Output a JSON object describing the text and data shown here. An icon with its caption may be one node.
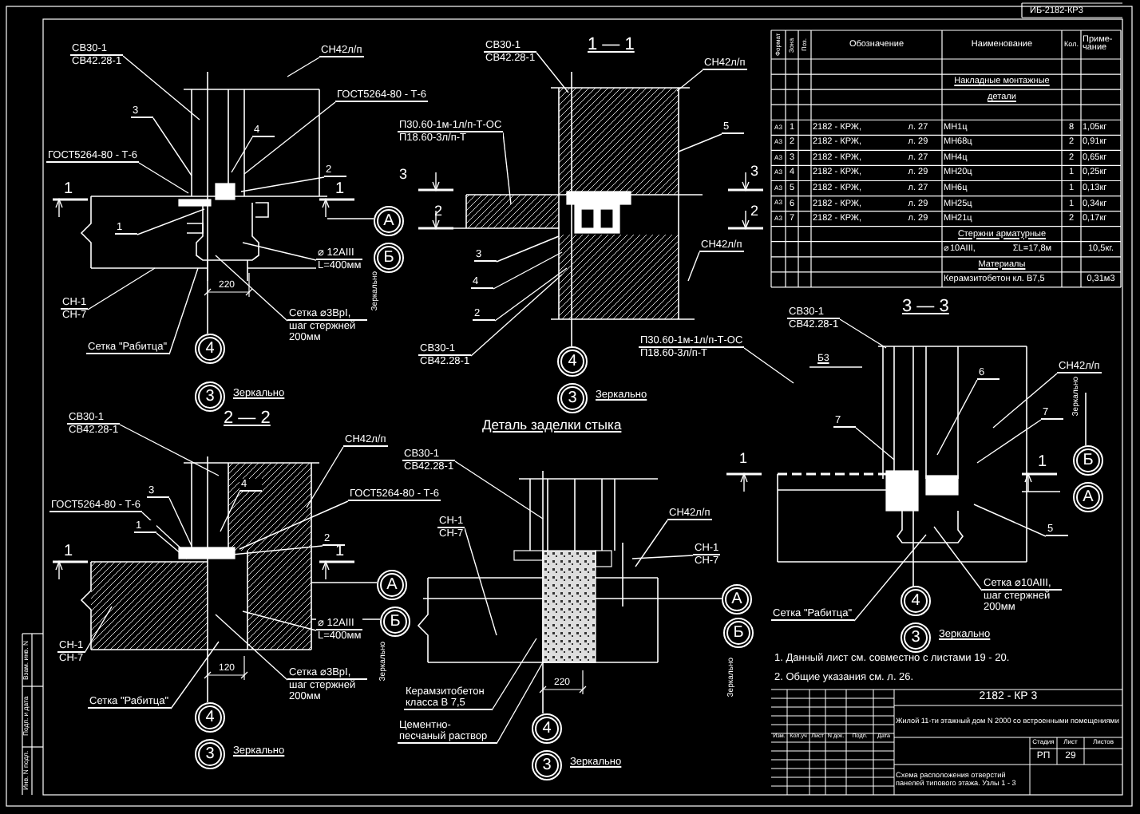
{
  "diagram": {
    "nodes": [
      {
        "text": [
          "СВ30-1",
          "СВ42.28-1"
        ]
      },
      {
        "text": [
          "СН42л/п"
        ]
      },
      {
        "text": [
          "ГОСТ5264-80 - Т-6"
        ]
      },
      {
        "text": [
          "3"
        ]
      },
      {
        "text": [
          "4"
        ]
      },
      {
        "text": [
          "ГОСТ5264-80 - Т-6"
        ]
      },
      {
        "text": [
          "2"
        ]
      },
      {
        "text": [
          "1"
        ]
      },
      {
        "text": [
          "⌀ 12АIII",
          "L=400мм"
        ]
      },
      {
        "text": [
          "СН-1",
          "СН-7"
        ]
      },
      {
        "text": [
          "Сетка \"Рабитца\""
        ]
      },
      {
        "text": [
          "Сетка ⌀3ВрI,",
          "шаг стержней 200мм"
        ]
      },
      {
        "text": [
          "А"
        ]
      },
      {
        "text": [
          "Б"
        ]
      },
      {
        "text": [
          "4"
        ]
      },
      {
        "text": [
          "3"
        ],
        "beside": [
          "Зеркально"
        ]
      },
      {
        "text": [
          "СВ30-1",
          "СВ42.28-1"
        ]
      },
      {
        "text": [
          "СН42л/п"
        ]
      },
      {
        "text": [
          "П30.60-1м-1л/п-Т-ОС",
          "П18.60-3л/п-Т"
        ]
      },
      {
        "text": [
          "5"
        ]
      },
      {
        "text": [
          "3"
        ]
      },
      {
        "text": [
          "4"
        ]
      },
      {
        "text": [
          "2"
        ]
      },
      {
        "text": [
          "СВ30-1",
          "СВ42.28-1"
        ]
      },
      {
        "text": [
          "СН42л/п"
        ]
      },
      {
        "text": [
          "П30.60-1м-1л/п-Т-ОС",
          "П18.60-3л/п-Т"
        ]
      },
      {
        "text": [
          "4"
        ]
      },
      {
        "text": [
          "3"
        ],
        "beside": [
          "Зеркально"
        ]
      },
      {
        "text": [
          "СВ30-1",
          "СВ42.28-1"
        ]
      },
      {
        "text": [
          "СН42л/п"
        ]
      },
      {
        "text": [
          "ГОСТ5264-80 - Т-6"
        ]
      },
      {
        "text": [
          "3"
        ]
      },
      {
        "text": [
          "4"
        ]
      },
      {
        "text": [
          "ГОСТ5264-80 - Т-6"
        ]
      },
      {
        "text": [
          "1"
        ]
      },
      {
        "text": [
          "2"
        ]
      },
      {
        "text": [
          "⌀ 12АIII",
          "L=400мм"
        ]
      },
      {
        "text": [
          "СН-1",
          "СН-7"
        ]
      },
      {
        "text": [
          "Сетка \"Рабитца\""
        ]
      },
      {
        "text": [
          "Сетка ⌀3ВрI,",
          "шаг стержней 200мм"
        ]
      },
      {
        "text": [
          "А"
        ]
      },
      {
        "text": [
          "Б"
        ]
      },
      {
        "text": [
          "4"
        ]
      },
      {
        "text": [
          "3"
        ],
        "beside": [
          "Зеркально"
        ]
      },
      {
        "text": [
          "СВ30-1",
          "СВ42.28-1"
        ]
      },
      {
        "text": [
          "СН-1",
          "СН-7"
        ]
      },
      {
        "text": [
          "СН42л/п"
        ]
      },
      {
        "text": [
          "СН-1",
          "СН-7"
        ]
      },
      {
        "text": [
          "А"
        ]
      },
      {
        "text": [
          "Б"
        ]
      },
      {
        "text": [
          "Керамзитобетон класса В 7,5"
        ]
      },
      {
        "text": [
          "Цементно-песчаный раствор"
        ]
      },
      {
        "text": [
          "4"
        ]
      },
      {
        "text": [
          "3"
        ],
        "beside": [
          "Зеркально"
        ]
      },
      {
        "text": [
          "СВ30-1",
          "СВ42.28-1"
        ]
      },
      {
        "text": [
          "6"
        ]
      },
      {
        "text": [
          "СН42л/п"
        ]
      },
      {
        "text": [
          "7"
        ]
      },
      {
        "text": [
          "7"
        ]
      },
      {
        "text": [
          "5"
        ]
      },
      {
        "text": [
          "Б"
        ]
      },
      {
        "text": [
          "А"
        ]
      },
      {
        "text": [
          "Сетка \"Рабитца\""
        ]
      },
      {
        "text": [
          "Сетка ⌀10АIII,",
          "шаг стержней 200мм"
        ]
      },
      {
        "text": [
          "4"
        ]
      },
      {
        "text": [
          "3"
        ],
        "beside": [
          "Зеркально"
        ]
      }
    ],
    "edges": [
      {
        "from": 0,
        "to": null,
        "arrow": "none"
      },
      {
        "from": 1,
        "to": null,
        "arrow": "none"
      },
      {
        "from": 2,
        "to": null,
        "arrow": "none"
      },
      {
        "from": 3,
        "to": null,
        "arrow": "none"
      },
      {
        "from": 4,
        "to": null,
        "arrow": "none"
      },
      {
        "from": 5,
        "to": null,
        "arrow": "none"
      },
      {
        "from": 6,
        "to": null,
        "arrow": "none"
      },
      {
        "from": 7,
        "to": null,
        "arrow": "none"
      },
      {
        "from": 8,
        "to": null,
        "arrow": "none"
      },
      {
        "from": 9,
        "to": null,
        "arrow": "none"
      },
      {
        "from": 10,
        "to": null,
        "arrow": "none"
      },
      {
        "from": 11,
        "to": null,
        "arrow": "none"
      },
      {
        "from": 16,
        "to": null,
        "arrow": "none"
      },
      {
        "from": 17,
        "to": null,
        "arrow": "none"
      },
      {
        "from": 18,
        "to": null,
        "arrow": "none"
      },
      {
        "from": 19,
        "to": null,
        "arrow": "none"
      },
      {
        "from": 20,
        "to": null,
        "arrow": "none"
      },
      {
        "from": 21,
        "to": null,
        "arrow": "none"
      },
      {
        "from": 22,
        "to": null,
        "arrow": "none"
      },
      {
        "from": 23,
        "to": null,
        "arrow": "none"
      },
      {
        "from": 24,
        "to": null,
        "arrow": "none"
      },
      {
        "from": 25,
        "to": null,
        "arrow": "none"
      },
      {
        "from": 28,
        "to": null,
        "arrow": "none"
      },
      {
        "from": 29,
        "to": null,
        "arrow": "none"
      },
      {
        "from": 30,
        "to": null,
        "arrow": "none"
      },
      {
        "from": 31,
        "to": null,
        "arrow": "none"
      },
      {
        "from": 32,
        "to": null,
        "arrow": "none"
      },
      {
        "from": 33,
        "to": null,
        "arrow": "none"
      },
      {
        "from": 34,
        "to": null,
        "arrow": "none"
      },
      {
        "from": 35,
        "to": null,
        "arrow": "none"
      },
      {
        "from": 36,
        "to": null,
        "arrow": "none"
      },
      {
        "from": 37,
        "to": null,
        "arrow": "none"
      },
      {
        "from": 38,
        "to": null,
        "arrow": "none"
      },
      {
        "from": 39,
        "to": null,
        "arrow": "none"
      },
      {
        "from": 44,
        "to": null,
        "arrow": "none"
      },
      {
        "from": 45,
        "to": null,
        "arrow": "none"
      },
      {
        "from": 46,
        "to": null,
        "arrow": "none"
      },
      {
        "from": 47,
        "to": null,
        "arrow": "none"
      },
      {
        "from": 50,
        "to": null,
        "arrow": "none"
      },
      {
        "from": 51,
        "to": null,
        "arrow": "none"
      },
      {
        "from": 54,
        "to": null,
        "arrow": "none"
      },
      {
        "from": 55,
        "to": null,
        "arrow": "none"
      },
      {
        "from": 56,
        "to": null,
        "arrow": "none"
      },
      {
        "from": 57,
        "to": null,
        "arrow": "none"
      },
      {
        "from": 58,
        "to": null,
        "arrow": "none"
      },
      {
        "from": 59,
        "to": null,
        "arrow": "none"
      },
      {
        "from": 62,
        "to": null,
        "arrow": "none"
      },
      {
        "from": 63,
        "to": null,
        "arrow": "none"
      }
    ],
    "labels": [
      "ИБ-2182-КР3",
      "Формат",
      "Зона",
      "Поз.",
      "Обозначение",
      "Наименование",
      "Кол.",
      "Приме-чание",
      "Накладные монтажные",
      "детали",
      "А3",
      "1",
      "2182 - КРЖ,",
      "л. 27",
      "МН1ц",
      "8",
      "1,05кг",
      "А3",
      "2",
      "2182 - КРЖ,",
      "л. 29",
      "МН68ц",
      "2",
      "0,91кг",
      "А3",
      "3",
      "2182 - КРЖ,",
      "л. 27",
      "МН4ц",
      "2",
      "0,65кг",
      "А3",
      "4",
      "2182 - КРЖ,",
      "л. 29",
      "МН20ц",
      "1",
      "0,25кг",
      "А3",
      "5",
      "2182 - КРЖ,",
      "л. 27",
      "МН6ц",
      "1",
      "0,13кг",
      "А3",
      "6",
      "2182 - КРЖ,",
      "л. 29",
      "МН25ц",
      "1",
      "0,34кг",
      "А3",
      "7",
      "2182 - КРЖ,",
      "л. 29",
      "МН21ц",
      "2",
      "0,17кг",
      "Стержни арматурные",
      "⌀10АIII,",
      "ΣL=17,8м",
      "10,5кг.",
      "Материалы",
      "Керамзитобетон кл. В7,5",
      "0,31м3",
      "1",
      "1",
      "220",
      "Зеркально",
      "1 — 1",
      "3",
      "2",
      "3",
      "2",
      "2 — 2",
      "1",
      "1",
      "120",
      "Зеркально",
      "Деталь заделки стыка",
      "1",
      "220",
      "Зеркально",
      "3 — 3",
      "Б3",
      "1",
      "Зеркально",
      "1. Данный лист см. совместно с листами 19 - 20.",
      "2. Общие указания см. л. 26.",
      "2182 - КР 3",
      "Жилой 11-ти этажный дом N 2000 со встроенными помещениями",
      "Стадия",
      "Лист",
      "Листов",
      "РП",
      "29",
      "Схема расположения отверстий панелей типового этажа. Узлы 1 - 3",
      "Изм.",
      "Кол.уч",
      "Лист",
      "N док.",
      "Подп.",
      "Дата",
      "Взам. инв. N",
      "Подп. и дата",
      "Инв. N подл."
    ]
  }
}
